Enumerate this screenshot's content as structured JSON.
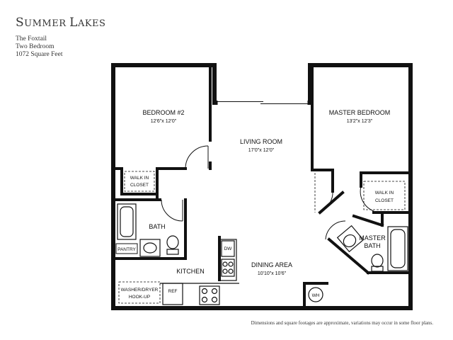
{
  "header": {
    "title_first_letter": "S",
    "title_first_rest": "UMMER ",
    "title_second_letter": "L",
    "title_second_rest": "AKES",
    "plan_name": "The Foxtail",
    "bedrooms": "Two Bedroom",
    "square_feet": "1072 Square Feet"
  },
  "rooms": {
    "bedroom2": {
      "name": "BEDROOM #2",
      "dims": "12'6\"x 12'0\""
    },
    "master_bedroom": {
      "name": "MASTER BEDROOM",
      "dims": "13'2\"x 12'3\""
    },
    "living_room": {
      "name": "LIVING ROOM",
      "dims": "17'0\"x 12'0\""
    },
    "dining_area": {
      "name": "DINING AREA",
      "dims": "10'10\"x 10'6\""
    },
    "kitchen": {
      "name": "KITCHEN"
    },
    "bath": {
      "name": "BATH"
    },
    "master_bath": {
      "line1": "MASTER",
      "line2": "BATH"
    },
    "walk_in_closet_left": {
      "line1": "WALK IN",
      "line2": "CLOSET"
    },
    "walk_in_closet_right": {
      "line1": "WALK IN",
      "line2": "CLOSET"
    },
    "pantry": {
      "name": "PANTRY"
    },
    "washer_dryer": {
      "line1": "WASHER/DRYER",
      "line2": "HOOK-UP"
    },
    "ref": {
      "name": "REF"
    },
    "dw": {
      "name": "DW"
    },
    "wh": {
      "name": "WH"
    }
  },
  "footnote": "Dimensions and square footages are approximate, variations may occur in some floor plans.",
  "colors": {
    "wall": "#111111",
    "text": "#222222"
  }
}
